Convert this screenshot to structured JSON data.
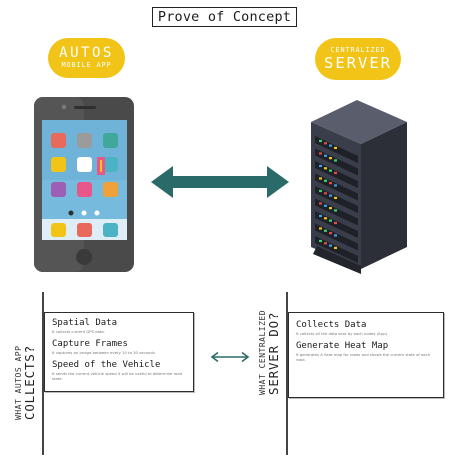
{
  "title": "Prove of Concept",
  "app_badge": {
    "line1": "AUTOS",
    "line2": "MOBILE APP"
  },
  "server_badge": {
    "line1": "CENTRALIZED",
    "line2": "SERVER"
  },
  "left_panel": {
    "vertical_line1": "WHAT AUTOS APP",
    "vertical_line2": "COLLECTS?",
    "items": [
      {
        "heading": "Spatial Data",
        "desc": "It collects current GPS data."
      },
      {
        "heading": "Capture Frames",
        "desc": "It captures an image between every 10 to 30 seconds."
      },
      {
        "heading": "Speed of the Vehicle",
        "desc": "It sends the current vehicle speed it will be useful to determine road state."
      }
    ]
  },
  "right_panel": {
    "vertical_line1": "WHAT CENTRALIZED",
    "vertical_line2": "SERVER DO?",
    "items": [
      {
        "heading": "Collects Data",
        "desc": "It collects all the data sent by each nodes (App)."
      },
      {
        "heading": "Generate Heat Map",
        "desc": "It generates A heat map for roads and shows the current state of each road."
      }
    ]
  },
  "colors": {
    "accent_yellow": "#f2c417",
    "arrow_teal": "#2a6b6a",
    "phone_body": "#4a4a4a",
    "phone_screen": "#6fb4d8",
    "server_body": "#3a3d4a"
  }
}
